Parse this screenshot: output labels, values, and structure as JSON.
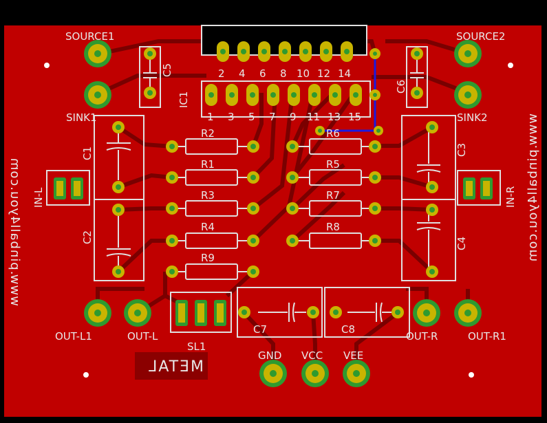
{
  "board": {
    "colors": {
      "background": "#000000",
      "copper": "#c00000",
      "copper_dark": "#8b0000",
      "pad": "#c8b400",
      "pad_inner": "#2f9a2f",
      "hole": "#000000",
      "silk": "#e0e0e0",
      "via": "#d4c400",
      "jumper": "#1a1ae0"
    },
    "terminals": {
      "source1": "SOURCE1",
      "source2": "SOURCE2",
      "sink1": "SINK1",
      "sink2": "SINK2",
      "out_l1": "OUT-L1",
      "out_l": "OUT-L",
      "out_r": "OUT-R",
      "out_r1": "OUT-R1",
      "gnd": "GND",
      "vcc": "VCC",
      "vee": "VEE"
    },
    "inputs": {
      "in_l": "IN-L",
      "in_r": "IN-R"
    },
    "ic": {
      "name": "IC1",
      "top_pins": [
        "2",
        "4",
        "6",
        "8",
        "10",
        "12",
        "14"
      ],
      "bottom_pins": [
        "1",
        "3",
        "5",
        "7",
        "9",
        "11",
        "13",
        "15"
      ]
    },
    "resistors": {
      "r1": "R1",
      "r2": "R2",
      "r3": "R3",
      "r4": "R4",
      "r5": "R5",
      "r6": "R6",
      "r7": "R7",
      "r8": "R8",
      "r9": "R9"
    },
    "capacitors": {
      "c1": "C1",
      "c2": "C2",
      "c3": "C3",
      "c4": "C4",
      "c5": "C5",
      "c6": "C6",
      "c7": "C7",
      "c8": "C8"
    },
    "connector": "SL1",
    "mirrored_text": "METAL",
    "website_left": "www.pinball4you.com",
    "website_right": "www.pinball4you.com"
  }
}
